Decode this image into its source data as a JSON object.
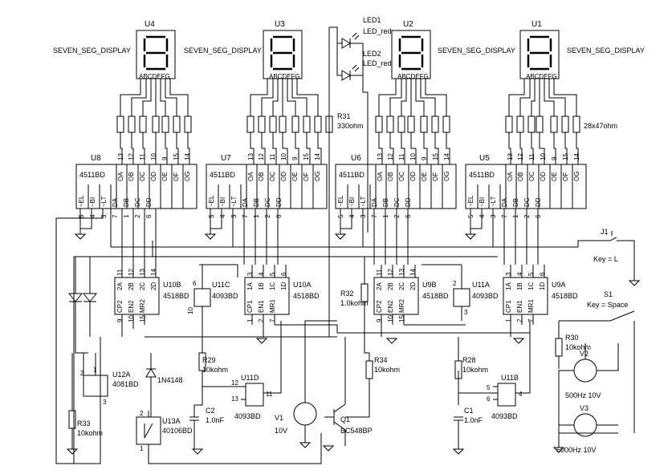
{
  "displays": [
    {
      "ref": "U4",
      "type": "SEVEN_SEG_DISPLAY",
      "pins": "ABCDEFG"
    },
    {
      "ref": "U3",
      "type": "SEVEN_SEG_DISPLAY",
      "pins": "ABCDEFG"
    },
    {
      "ref": "U2",
      "type": "SEVEN_SEG_DISPLAY",
      "pins": "ABCDEFG"
    },
    {
      "ref": "U1",
      "type": "SEVEN_SEG_DISPLAY",
      "pins": "ABCDEFG"
    }
  ],
  "leds": [
    {
      "ref": "LED1",
      "type": "LED_red"
    },
    {
      "ref": "LED2",
      "type": "LED_red"
    }
  ],
  "resistor_network": {
    "ref": "R31",
    "value": "330ohm",
    "array_value": "28x47ohm"
  },
  "decoders": [
    {
      "ref": "U8",
      "part": "4511BD"
    },
    {
      "ref": "U7",
      "part": "4511BD"
    },
    {
      "ref": "U6",
      "part": "4511BD"
    },
    {
      "ref": "U5",
      "part": "4511BD"
    }
  ],
  "decoder_pins": {
    "top_nums": [
      "13",
      "12",
      "11",
      "10",
      "9",
      "15",
      "14"
    ],
    "top_names": [
      "OA",
      "OB",
      "OC",
      "OD",
      "OE",
      "OF",
      "OG"
    ],
    "bot_names": [
      "~EL",
      "~BI",
      "~LT",
      "DA",
      "DB",
      "DC",
      "DD"
    ],
    "bot_nums": [
      "5",
      "4",
      "3",
      "7",
      "1",
      "2",
      "6"
    ]
  },
  "counters": [
    {
      "ref": "U10B",
      "part": "4518BD",
      "top": [
        "2A",
        "2B",
        "2C",
        "2D"
      ],
      "top_nums": [
        "11",
        "12",
        "13",
        "14"
      ],
      "bot": [
        "CP2",
        "EN2",
        "MR2"
      ],
      "bot_nums": [
        "9",
        "10",
        "15"
      ]
    },
    {
      "ref": "U10A",
      "part": "4518BD",
      "top": [
        "1A",
        "1B",
        "1C",
        "1D"
      ],
      "top_nums": [
        "3",
        "4",
        "5",
        "6"
      ],
      "bot": [
        "CP1",
        "EN1",
        "MR1"
      ],
      "bot_nums": [
        "1",
        "2",
        "7"
      ]
    },
    {
      "ref": "U9B",
      "part": "4518BD",
      "top": [
        "2A",
        "2B",
        "2C",
        "2D"
      ],
      "top_nums": [
        "11",
        "12",
        "13",
        "14"
      ],
      "bot": [
        "CP2",
        "EN2",
        "MR2"
      ],
      "bot_nums": [
        "9",
        "10",
        "15"
      ]
    },
    {
      "ref": "U9A",
      "part": "4518BD",
      "top": [
        "1A",
        "1B",
        "1C",
        "1D"
      ],
      "top_nums": [
        "3",
        "4",
        "5",
        "6"
      ],
      "bot": [
        "CP1",
        "EN1",
        "MR1"
      ],
      "bot_nums": [
        "1",
        "2",
        "7"
      ]
    }
  ],
  "gates": [
    {
      "ref": "U11C",
      "part": "4093BD",
      "pins": [
        "6",
        "10"
      ]
    },
    {
      "ref": "U11A",
      "part": "4093BD",
      "pins": [
        "2",
        "3"
      ]
    },
    {
      "ref": "U11D",
      "part": "4093BD",
      "pins": [
        "12",
        "13",
        "11"
      ]
    },
    {
      "ref": "U11B",
      "part": "4093BD",
      "pins": [
        "5",
        "6",
        "4"
      ]
    },
    {
      "ref": "U12A",
      "part": "4081BD",
      "pins": [
        "1",
        "2",
        "3"
      ]
    },
    {
      "ref": "U13A",
      "part": "40106BD",
      "pins": [
        "2",
        "1"
      ]
    }
  ],
  "passives": [
    {
      "ref": "R32",
      "value": "1.0kohm"
    },
    {
      "ref": "R29",
      "value": "10kohm"
    },
    {
      "ref": "R34",
      "value": "10kohm"
    },
    {
      "ref": "R28",
      "value": "10kohm"
    },
    {
      "ref": "R30",
      "value": "10kohm"
    },
    {
      "ref": "R33",
      "value": "10kohm"
    },
    {
      "ref": "C2",
      "value": "1.0nF"
    },
    {
      "ref": "C1",
      "value": "1.0nF"
    }
  ],
  "diode": {
    "ref": "1N4148"
  },
  "transistor": {
    "ref": "Q1",
    "part": "BC548BP"
  },
  "sources": [
    {
      "ref": "V1",
      "value": "10V"
    },
    {
      "ref": "V2",
      "value": "500Hz  10V"
    },
    {
      "ref": "V3",
      "value": "5000Hz  10V"
    }
  ],
  "switches": [
    {
      "ref": "J1",
      "label": "Key = L"
    },
    {
      "ref": "S1",
      "label": "Key = Space"
    }
  ]
}
